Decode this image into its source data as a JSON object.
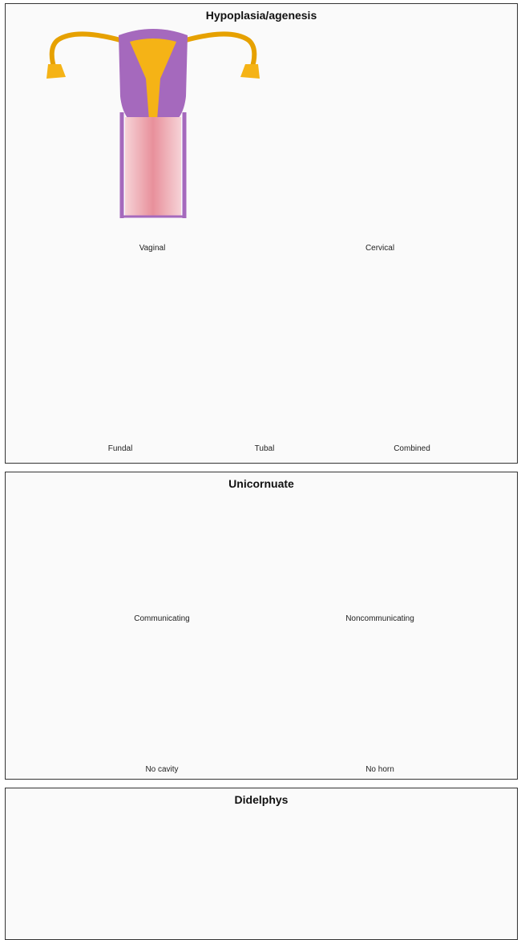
{
  "colors": {
    "uterus": "#a569bd",
    "uterus_outline": "#8e44ad",
    "cavity": "#f5b316",
    "vagina_pink": "#f3b9c0",
    "vagina_red": "#e98a96",
    "panel_border": "#333333"
  },
  "panels": {
    "hypoplasia": {
      "title": "Hypoplasia/agenesis",
      "labels": {
        "vaginal": "Vaginal",
        "cervical": "Cervical",
        "fundal": "Fundal",
        "tubal": "Tubal",
        "combined": "Combined"
      }
    },
    "unicornuate": {
      "title": "Unicornuate",
      "labels": {
        "communicating": "Communicating",
        "noncommunicating": "Noncommunicating",
        "no_cavity": "No cavity",
        "no_horn": "No horn"
      }
    },
    "didelphys": {
      "title": "Didelphys"
    }
  }
}
